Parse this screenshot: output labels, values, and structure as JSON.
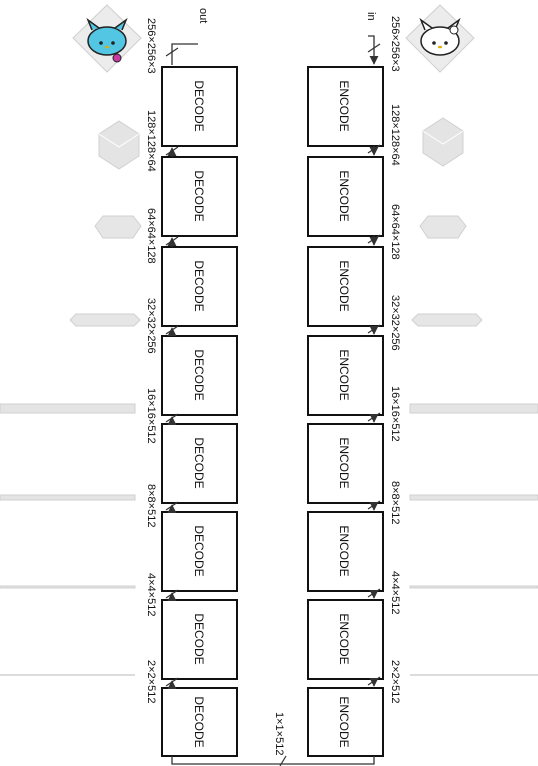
{
  "encoder": {
    "input_label": "in",
    "block_label": "ENCODE",
    "side_labels": [
      "256×256×3",
      "128×128×64",
      "64×64×128",
      "32×32×256",
      "16×16×512",
      "8×8×512",
      "4×4×512",
      "2×2×512"
    ]
  },
  "decoder": {
    "output_label": "out",
    "block_label": "DECODE",
    "side_labels": [
      "256×256×3",
      "128×128×64",
      "64×64×128",
      "32×32×256",
      "16×16×512",
      "8×8×512",
      "4×4×512",
      "2×2×512"
    ]
  },
  "bottleneck": {
    "label": "1×1×512"
  },
  "colors": {
    "line": "#333333",
    "block_border": "#111111",
    "cube_face": "#e4e4e4",
    "kitty_blue": "#53c6e3",
    "kitty_bow": "#c83aa2"
  }
}
